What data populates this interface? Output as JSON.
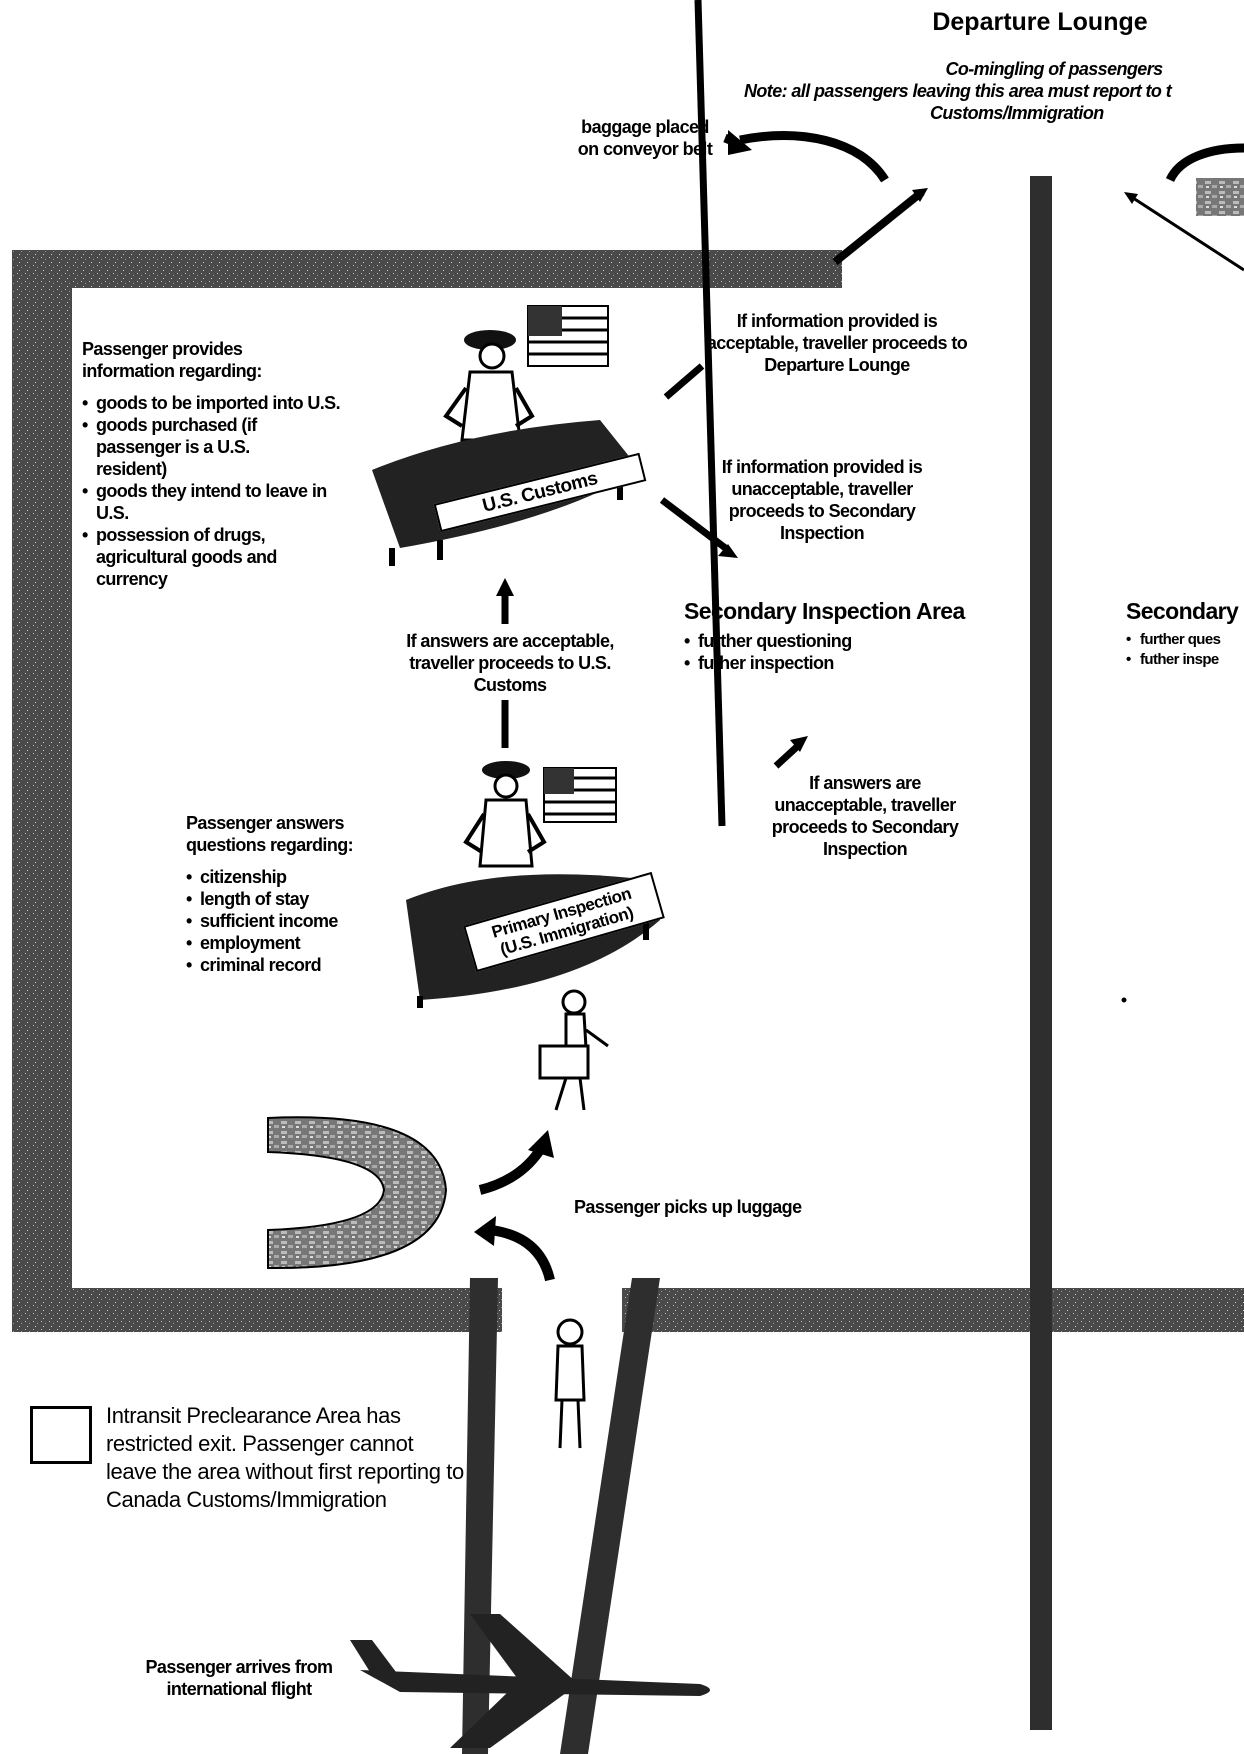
{
  "departure_lounge": {
    "title": "Departure Lounge",
    "comingling": "Co-mingling of passengers",
    "note_line1": "Note:  all passengers leaving this area must report to t",
    "note_line2": "Customs/Immigration"
  },
  "baggage": {
    "line1": "baggage placed",
    "line2": "on conveyor belt"
  },
  "customs_info": {
    "intro": "Passenger provides information regarding:",
    "items": [
      "goods to be imported into U.S.",
      "goods purchased (if passenger is a U.S. resident)",
      "goods they intend to leave in U.S.",
      "possession of drugs, agricultural goods and currency"
    ]
  },
  "signs": {
    "us_customs": "U.S. Customs",
    "primary_inspection": "Primary Inspection (U.S. Immigration)"
  },
  "acceptable_customs": "If information provided is acceptable, traveller proceeds to Departure Lounge",
  "unacceptable_customs": "If information provided is unacceptable, traveller proceeds to Secondary Inspection",
  "secondary": {
    "title": "Secondary Inspection Area",
    "items": [
      "further questioning",
      "futher inspection"
    ]
  },
  "secondary_right": {
    "title": "Secondary",
    "items": [
      "further ques",
      "futher inspe"
    ]
  },
  "answers_acceptable": "If answers are acceptable, traveller proceeds to U.S. Customs",
  "answers_unacceptable": "If answers are unacceptable, traveller proceeds to Secondary Inspection",
  "immigration_info": {
    "intro": "Passenger answers questions regarding:",
    "items": [
      "citizenship",
      "length of stay",
      "sufficient income",
      "employment",
      "criminal record"
    ]
  },
  "luggage_pickup": "Passenger picks up luggage",
  "legend": "Intransit Preclearance Area has restricted exit.  Passenger cannot leave the area without first reporting to Canada Customs/Immigration",
  "arrival": "Passenger arrives from international flight",
  "colors": {
    "wall": "#3a3a3a",
    "ink": "#000000",
    "paper": "#ffffff"
  },
  "icons": [
    "us-flag-icon",
    "customs-officer-icon",
    "desk-icon",
    "traveller-icon",
    "baggage-carousel-icon",
    "airplane-icon",
    "flow-arrow-icon"
  ]
}
